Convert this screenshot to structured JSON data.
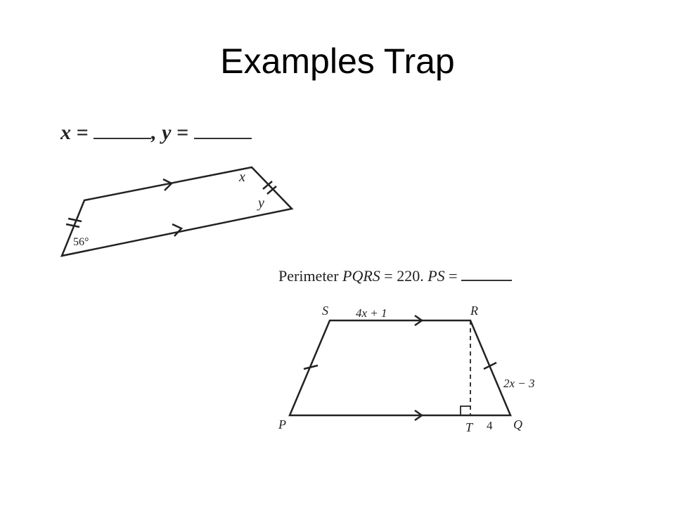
{
  "slide": {
    "title": "Examples Trap"
  },
  "problem1": {
    "x_label": "x",
    "equals": "=",
    "comma": ",",
    "y_label": "y",
    "angle_label": "56°",
    "top_right_angle": "x",
    "right_angle": "y"
  },
  "problem2": {
    "prompt_lead": "Perimeter",
    "prompt_name": "PQRS",
    "prompt_value": "= 220.",
    "prompt_target": "PS",
    "prompt_eq": "=",
    "vertex_s": "S",
    "vertex_r": "R",
    "vertex_p": "P",
    "vertex_q": "Q",
    "vertex_t": "T",
    "top_side": "4x + 1",
    "right_side": "2x − 3",
    "tq_length": "4"
  }
}
